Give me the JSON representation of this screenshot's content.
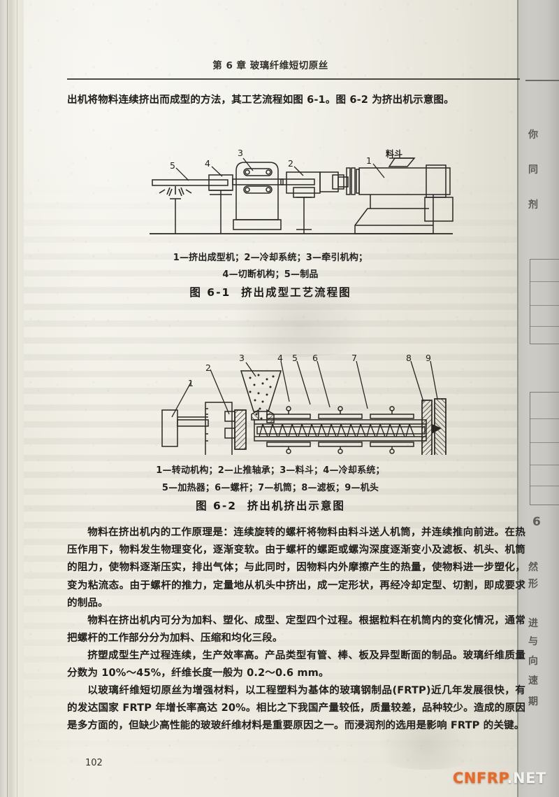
{
  "page": {
    "running_head": "第 6 章   玻璃纤维短切原丝",
    "folio": "102"
  },
  "body": {
    "lead_paragraph": "出机将物料连续挤出而成型的方法，其工艺流程如图 6-1。图 6-2 为挤出机示意图。",
    "paragraphs": [
      "物料在挤出机内的工作原理是：连续旋转的螺杆将物料由料斗送人机筒，并连续推向前进。在热压作用下，物料发生物理变化，逐渐变软。由于螺杆的螺距或螺沟深度逐渐变小及滤板、机头、机筒的阻力，使物料逐渐压实，排出气体；与此同时，因物料内外摩擦产生的热量，使物料进一步塑化，变为粘流态。由于螺杆的推力，定量地从机头中挤出，成一定形状，再经冷却定型、切割，即成要求的制品。",
      "物料在挤出机内可分为加料、塑化、成型、定型四个过程。根据粒料在机筒内的变化情况，通常把螺杆的工作部分分为加料、压缩和均化三段。",
      "挤塑成型生产过程连续，生产效率高。产品类型有管、棒、板及异型断面的制品。玻璃纤维质量分数为 10%～45%，纤维长度一般为 0.2～0.6 mm。",
      "以玻璃纤维短切原丝为增强材料，以工程塑料为基体的玻璃钢制品(FRTP)近几年发展很快，有的发达国家 FRTP 年增长率高达 20%。相比之下我国产量较低，质量较差，品种较少。造成的原因是多方面的，但缺少高性能的玻玻纤维材料是重要原因之一。而浸润剂的选用是影响 FRTP 的关键。"
    ]
  },
  "figure_1": {
    "number": "图 6-1",
    "title": "挤出成型工艺流程图",
    "legend_line_1": "1—挤出成型机；2—冷却系统；3—牵引机构；",
    "legend_line_2": "4—切断机构；5—制品",
    "callouts": [
      "1",
      "2",
      "3",
      "4",
      "5"
    ],
    "hopper_label": "料斗"
  },
  "figure_2": {
    "number": "图 6-2",
    "title": "挤出机挤出示意图",
    "legend_line_1": "1—转动机构；2—止推轴承；3—料斗；4—冷却系统；",
    "legend_line_2": "5—加热器；6—螺杆；7—机筒；8—滤板；9—机头",
    "callouts": [
      "1",
      "2",
      "3",
      "4",
      "5",
      "6",
      "7",
      "8",
      "9"
    ]
  },
  "next_page_fragment": {
    "chars": [
      "你",
      "同",
      "剂"
    ],
    "section_marker": "6"
  },
  "watermark": {
    "primary": "CNFRP",
    "secondary": ".NET"
  },
  "colors": {
    "paper": "#eeece1",
    "ink": "#221f1c",
    "watermark_orange": "#f0671f",
    "watermark_white": "#f3f3f0",
    "gutter": "#c9c7c1"
  }
}
